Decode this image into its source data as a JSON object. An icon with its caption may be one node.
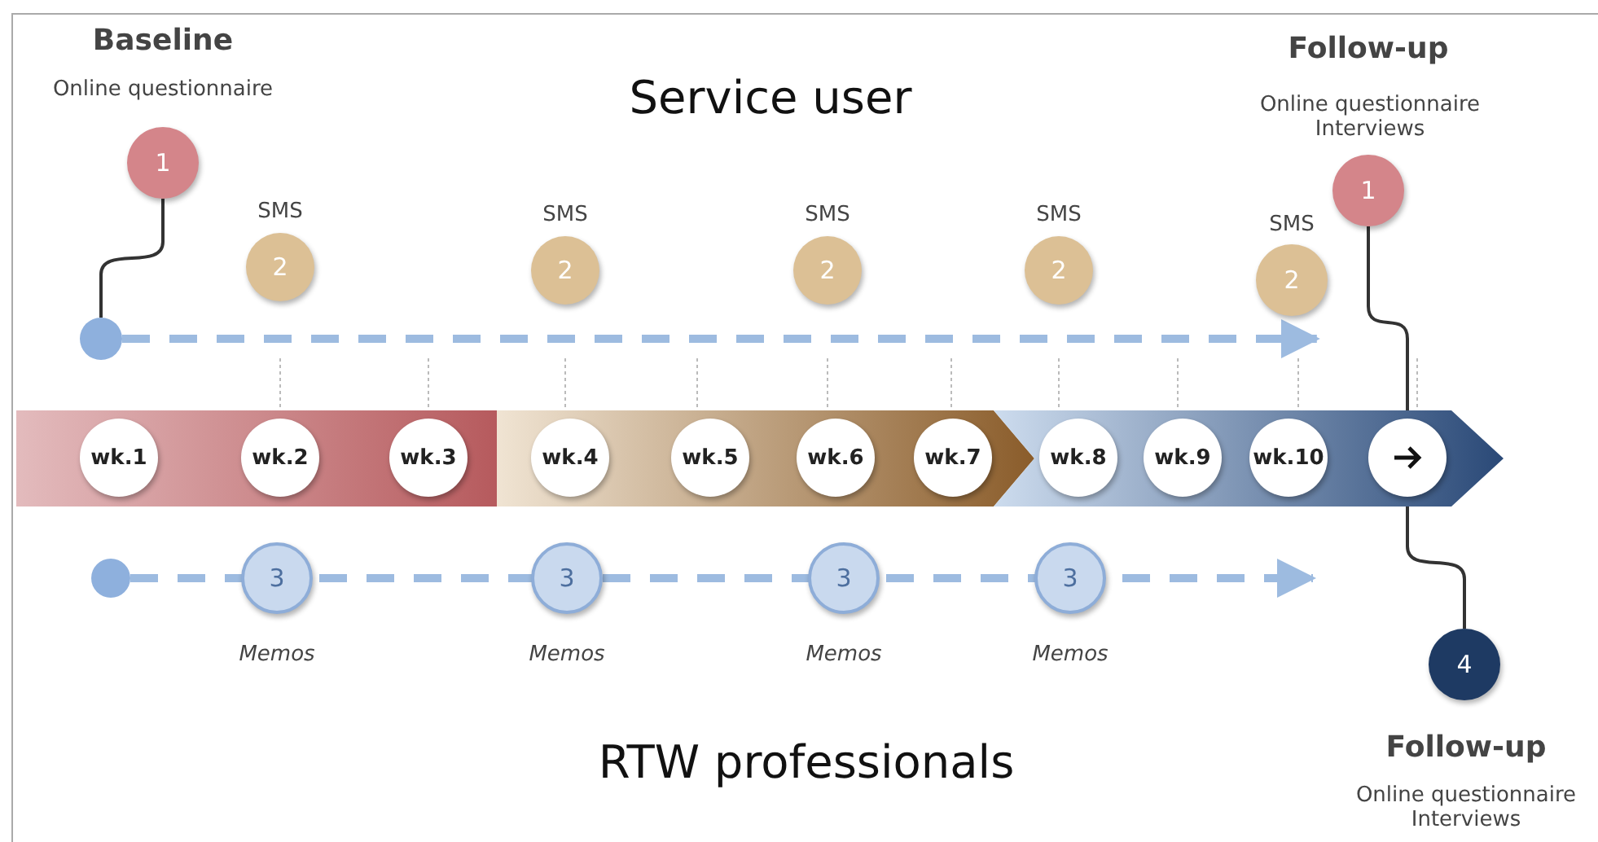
{
  "diagram": {
    "nodes": [
      {
        "text": [
          "1"
        ],
        "beside": [
          "Baseline",
          "Online questionnaire"
        ]
      },
      {
        "text": [
          "1"
        ],
        "beside": [
          "Follow-up",
          "Online questionnaire Interviews"
        ]
      },
      {
        "text": [
          "2"
        ],
        "beside": [
          "SMS"
        ]
      },
      {
        "text": [
          "2"
        ],
        "beside": [
          "SMS"
        ]
      },
      {
        "text": [
          "2"
        ],
        "beside": [
          "SMS"
        ]
      },
      {
        "text": [
          "2"
        ],
        "beside": [
          "SMS"
        ]
      },
      {
        "text": [
          "2"
        ],
        "beside": [
          "SMS"
        ]
      },
      {
        "text": [],
        "shape": "circle"
      },
      {
        "text": [],
        "shape": "bar"
      },
      {
        "text": [
          "wk.1"
        ],
        "in": 8
      },
      {
        "text": [
          "wk.2"
        ],
        "in": 8
      },
      {
        "text": [
          "wk.3"
        ],
        "in": 8
      },
      {
        "text": [],
        "shape": "bar"
      },
      {
        "text": [
          "wk.4"
        ],
        "in": 12
      },
      {
        "text": [
          "wk.5"
        ],
        "in": 12
      },
      {
        "text": [
          "wk.6"
        ],
        "in": 12
      },
      {
        "text": [
          "wk.7"
        ],
        "in": 12
      },
      {
        "text": [],
        "shape": "bar"
      },
      {
        "text": [
          "wk.8"
        ],
        "in": 17
      },
      {
        "text": [
          "wk.9"
        ],
        "in": 17
      },
      {
        "text": [
          "wk.10"
        ],
        "in": 17
      },
      {
        "text": [],
        "shape": "circle",
        "in": 17
      },
      {
        "text": [],
        "shape": "circle"
      },
      {
        "text": [
          "3"
        ],
        "beside": [
          "Memos"
        ]
      },
      {
        "text": [
          "3"
        ],
        "beside": [
          "Memos"
        ]
      },
      {
        "text": [
          "3"
        ],
        "beside": [
          "Memos"
        ]
      },
      {
        "text": [
          "3"
        ],
        "beside": [
          "Memos"
        ]
      },
      {
        "text": [
          "4"
        ],
        "beside": [
          "Follow-up",
          "Online questionnaire Interviews"
        ]
      }
    ],
    "edges": [
      {
        "from": 0,
        "to": 7,
        "arrow": "none"
      },
      {
        "from": 7,
        "to": 6,
        "arrow": "to",
        "style": "dashed",
        "color": "#9dbbe0"
      },
      {
        "from": 1,
        "to": 21,
        "arrow": "none"
      },
      {
        "from": 21,
        "to": 27,
        "arrow": "none"
      },
      {
        "from": 22,
        "to": null,
        "arrow": "to",
        "style": "dashed",
        "color": "#9dbbe0"
      }
    ],
    "labels": [
      "Service user",
      "RTW professionals"
    ]
  }
}
